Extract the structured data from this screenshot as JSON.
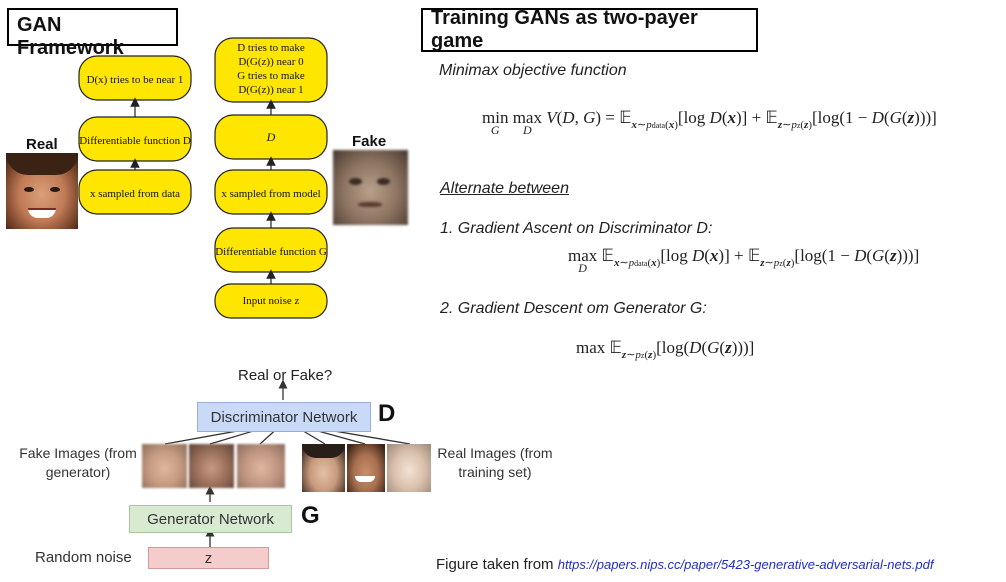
{
  "framework": {
    "title": "GAN Framework",
    "real_label": "Real",
    "fake_label": "Fake",
    "disc_side": {
      "top": "D(x) tries to be near 1",
      "middle": "Differentiable function D",
      "bottom": "x sampled from data"
    },
    "gen_side": {
      "top_lines": [
        "D tries to make",
        "D(G(z)) near 0",
        "G tries to make",
        "D(G(z)) near 1"
      ],
      "d_box": "D",
      "sampled": "x sampled from model",
      "gen_fn": "Differentiable function G",
      "noise": "Input noise z"
    }
  },
  "network": {
    "output_label": "Real or Fake?",
    "discriminator_label": "Discriminator Network",
    "discriminator_letter": "D",
    "fake_images_label": "Fake Images (from generator)",
    "real_images_label": "Real Images (from training set)",
    "generator_label": "Generator Network",
    "generator_letter": "G",
    "noise_label": "Random noise",
    "z_label": "z"
  },
  "training": {
    "title": "Training GANs as two-payer game",
    "minimax_heading": "Minimax objective function",
    "alternate_heading": "Alternate between",
    "step1": "1. Gradient Ascent on Discriminator D:",
    "step2": "2. Gradient Descent om Generator G:",
    "figure_credit": "Figure taken from",
    "figure_link": "https://papers.nips.cc/paper/5423-generative-adversarial-nets.pdf"
  }
}
